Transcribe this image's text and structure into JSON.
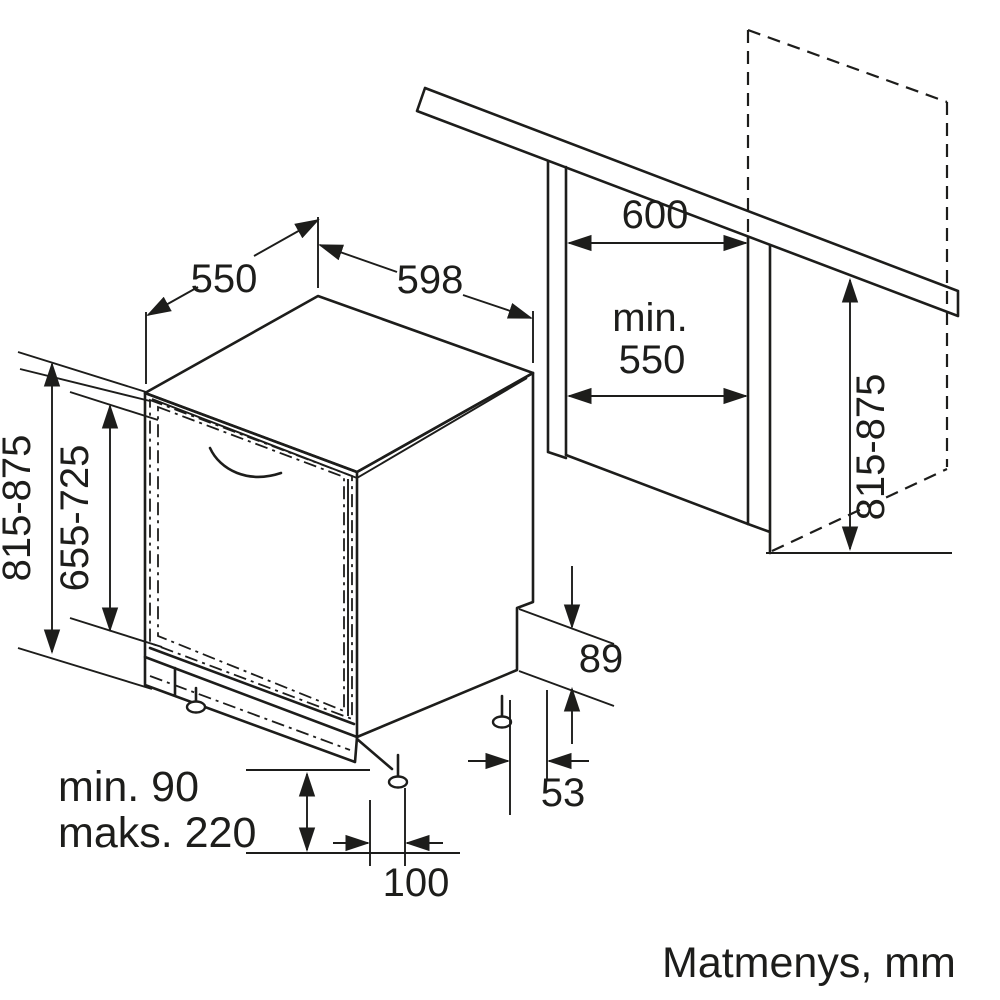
{
  "page": {
    "background": "#ffffff",
    "footer": "Matmenys, mm"
  },
  "colors": {
    "line": "#1d1d1b"
  },
  "dims": {
    "appliance_depth": "550",
    "appliance_width": "598",
    "appliance_height": "815-875",
    "door_panel_height": "655-725",
    "niche_width": "600",
    "niche_depth_label": "min.",
    "niche_depth_value": "550",
    "niche_height": "815-875",
    "rear_recess_height": "89",
    "rear_recess_depth": "53",
    "plinth_min": "min. 90",
    "plinth_max": "maks. 220",
    "foot_setback": "100"
  }
}
